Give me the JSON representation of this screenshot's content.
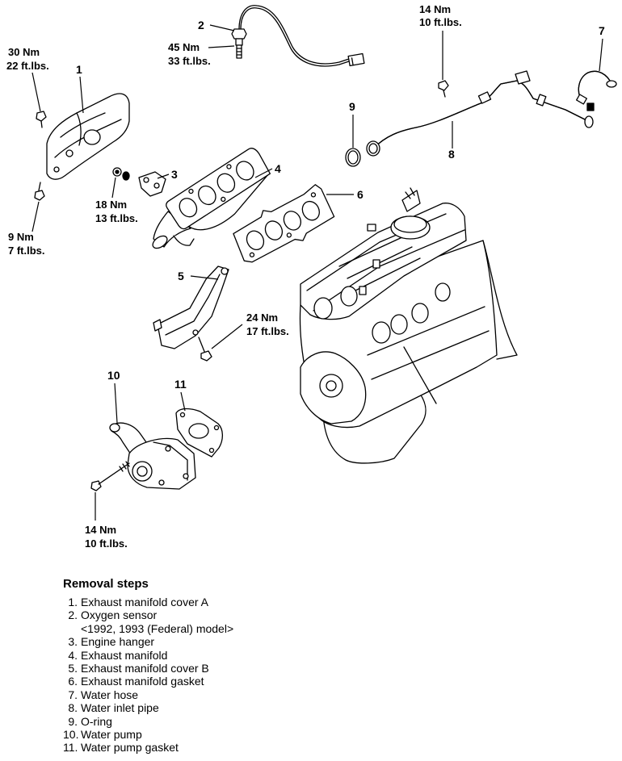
{
  "colors": {
    "line": "#000000",
    "background": "#ffffff"
  },
  "callouts": [
    "1",
    "2",
    "3",
    "4",
    "5",
    "6",
    "7",
    "8",
    "9",
    "10",
    "11"
  ],
  "torque": [
    {
      "nm": "30 Nm",
      "ftlbs": "22 ft.lbs."
    },
    {
      "nm": "45 Nm",
      "ftlbs": "33 ft.lbs."
    },
    {
      "nm": "14 Nm",
      "ftlbs": "10 ft.lbs."
    },
    {
      "nm": "18 Nm",
      "ftlbs": "13 ft.lbs."
    },
    {
      "nm": "9 Nm",
      "ftlbs": "7 ft.lbs."
    },
    {
      "nm": "24 Nm",
      "ftlbs": "17 ft.lbs."
    },
    {
      "nm": "14 Nm",
      "ftlbs": "10 ft.lbs."
    }
  ],
  "removal": {
    "title": "Removal steps",
    "steps": [
      {
        "num": "1.",
        "text": "Exhaust manifold cover A"
      },
      {
        "num": "2.",
        "text": "Oxygen sensor",
        "note": "<1992, 1993 (Federal) model>"
      },
      {
        "num": "3.",
        "text": "Engine hanger"
      },
      {
        "num": "4.",
        "text": "Exhaust manifold"
      },
      {
        "num": "5.",
        "text": "Exhaust manifold cover B"
      },
      {
        "num": "6.",
        "text": "Exhaust manifold gasket"
      },
      {
        "num": "7.",
        "text": "Water hose"
      },
      {
        "num": "8.",
        "text": "Water inlet pipe"
      },
      {
        "num": "9.",
        "text": "O-ring"
      },
      {
        "num": "10.",
        "text": "Water pump"
      },
      {
        "num": "11.",
        "text": "Water pump gasket"
      }
    ]
  }
}
